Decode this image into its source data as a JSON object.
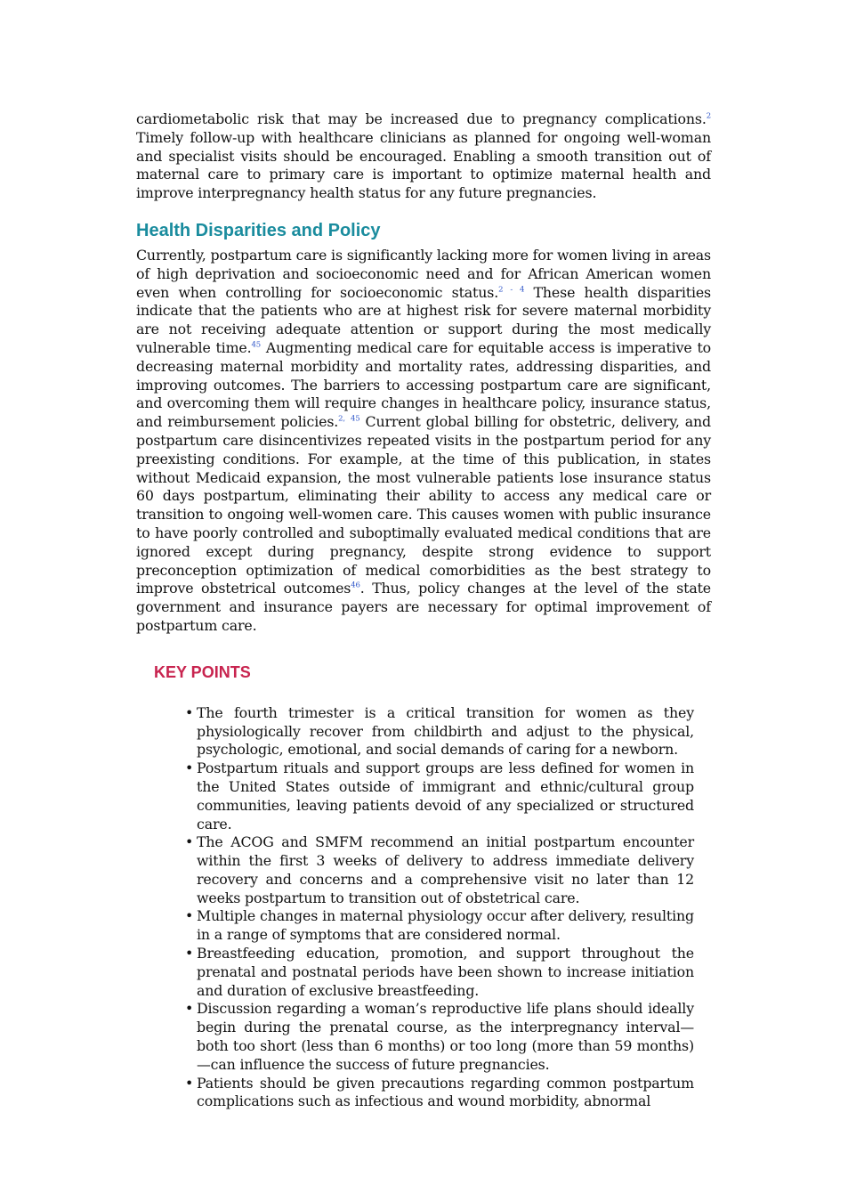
{
  "intro_paragraph": {
    "text_1": "cardiometabolic risk that may be increased due to pregnancy complications.",
    "ref_1": "2",
    "text_2": " Timely follow-up with healthcare clinicians as planned for ongoing well-woman and specialist visits should be encouraged. Enabling a smooth transition out of maternal care to primary care is important to optimize maternal health and improve interpregnancy health status for any future pregnancies."
  },
  "section": {
    "heading": "Health Disparities and Policy",
    "text_1": "Currently, postpartum care is significantly lacking more for women living in areas of high deprivation and socioeconomic need and for African American women even when controlling for socioeconomic status.",
    "ref_1": "2 - 4",
    "text_2": " These health disparities indicate that the patients who are at highest risk for severe maternal morbidity are not receiving adequate attention or support during the most medically vulnerable time.",
    "ref_2": "45",
    "text_3": " Augmenting medical care for equitable access is imperative to decreasing maternal morbidity and mortality rates, addressing disparities, and improving outcomes. The barriers to accessing postpartum care are significant, and overcoming them will require changes in healthcare policy, insurance status, and reimbursement policies.",
    "ref_3": "2,",
    "ref_4": "45",
    "text_4": " Current global billing for obstetric, delivery, and postpartum care disincentivizes repeated visits in the postpartum period for any preexisting conditions. For example, at the time of this publication, in states without Medicaid expansion, the most vulnerable patients lose insurance status 60 days postpartum, eliminating their ability to access any medical care or transition to ongoing well-women care. This causes women with public insurance to have poorly controlled and suboptimally evaluated medical conditions that are ignored except during pregnancy, despite strong evidence to support preconception optimization of medical comorbidities as the best strategy to improve obstetrical outcomes",
    "ref_5": "46",
    "text_5": ". Thus, policy changes at the level of the state government and insurance payers are necessary for optimal improvement of postpartum care."
  },
  "key_points": {
    "title": "KEY POINTS",
    "bullet": "•",
    "items": [
      "The fourth trimester is a critical transition for women as they physiologically recover from childbirth and adjust to the physical, psychologic, emotional, and social demands of caring for a newborn.",
      "Postpartum rituals and support groups are less defined for women in the United States outside of immigrant and ethnic/cultural group communities, leaving patients devoid of any specialized or structured care.",
      "The ACOG and SMFM recommend an initial postpartum encounter within the first 3 weeks of delivery to address immediate delivery recovery and concerns and a comprehensive visit no later than 12 weeks postpartum to transition out of obstetrical care.",
      "Multiple changes in maternal physiology occur after delivery, resulting in a range of symptoms that are considered normal.",
      "Breastfeeding education, promotion, and support throughout the prenatal and postnatal periods have been shown to increase initiation and duration of exclusive breastfeeding.",
      "Discussion regarding a woman’s reproductive life plans should ideally begin during the prenatal course, as the interpregnancy interval—both too short (less than 6 months) or too long (more than 59 months)—can influence the success of future pregnancies.",
      "Patients should be given precautions regarding common postpartum complications such as infectious and wound morbidity, abnormal"
    ]
  },
  "colors": {
    "heading_teal": "#1a8c9e",
    "key_points_red": "#c8244f",
    "reference_blue": "#2f56c9"
  }
}
